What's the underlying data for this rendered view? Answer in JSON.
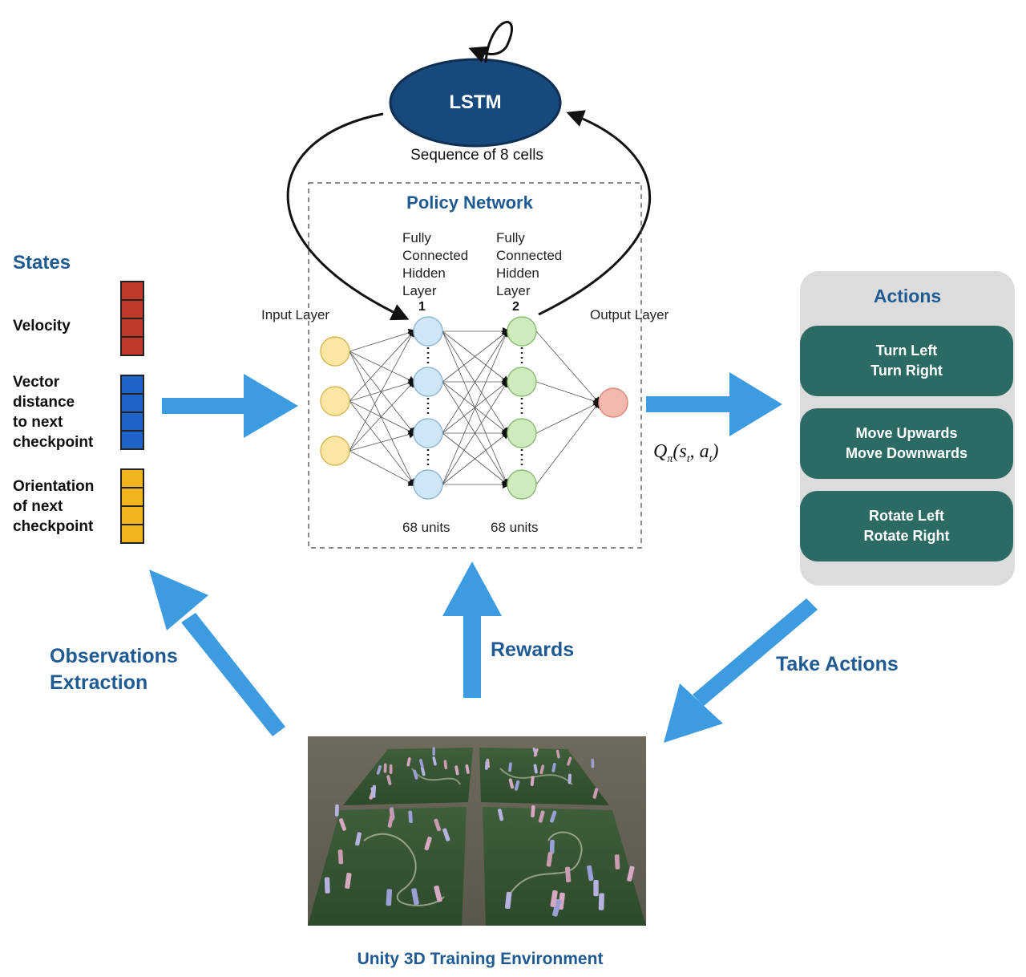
{
  "lstm": {
    "label": "LSTM",
    "caption": "Sequence of 8 cells"
  },
  "policy_network": {
    "title": "Policy Network",
    "input_layer": "Input Layer",
    "output_layer": "Output Layer",
    "hidden1_label": "Fully\nConnected\nHidden\nLayer",
    "hidden1_number": "1",
    "hidden2_label": "Fully\nConnected\nHidden\nLayer",
    "hidden2_number": "2",
    "hidden1_units": "68 units",
    "hidden2_units": "68 units",
    "q_function": "Q",
    "q_sub": "π",
    "q_args": "(s",
    "q_args_sub1": "t",
    "q_args_mid": ", a",
    "q_args_sub2": "t",
    "q_args_end": ")"
  },
  "states": {
    "title": "States",
    "items": [
      {
        "label": "Velocity",
        "color": "#c0392b",
        "cells": 4
      },
      {
        "label": "Vector\ndistance\nto next\ncheckpoint",
        "color": "#1f64c7",
        "cells": 4
      },
      {
        "label": "Orientation\nof next\ncheckpoint",
        "color": "#f2b51d",
        "cells": 4
      }
    ]
  },
  "actions": {
    "title": "Actions",
    "items": [
      {
        "label": "Turn Left\nTurn Right"
      },
      {
        "label": "Move Upwards\nMove Downwards"
      },
      {
        "label": "Rotate Left\nRotate Right"
      }
    ]
  },
  "flow_labels": {
    "observations": "Observations\nExtraction",
    "rewards": "Rewards",
    "take_actions": "Take Actions",
    "environment": "Unity 3D Training Environment"
  },
  "colors": {
    "arrow_blue": "#3d9be0",
    "title_blue": "#1f5a92",
    "lstm_fill": "#17497c",
    "action_fill": "#2b6b63",
    "action_panel": "#dcdcdc",
    "input_node": "#fbe7a3",
    "hidden1_node": "#cfe6f7",
    "hidden2_node": "#cfeabc",
    "output_node": "#f4b9ae"
  }
}
